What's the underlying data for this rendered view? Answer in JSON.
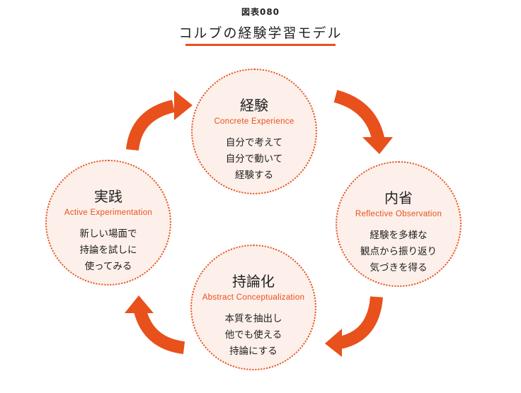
{
  "figure_label": "図表080",
  "title": "コルブの経験学習モデル",
  "colors": {
    "accent": "#e8501c",
    "circle_fill": "#fdf0ea"
  },
  "nodes": {
    "concrete": {
      "name": "経験",
      "en": "Concrete Experience",
      "lines": [
        "自分で考えて",
        "自分で動いて",
        "経験する"
      ]
    },
    "reflective": {
      "name": "内省",
      "en": "Reflective Observation",
      "lines": [
        "経験を多様な",
        "観点から振り返り",
        "気づきを得る"
      ]
    },
    "abstract": {
      "name": "持論化",
      "en": "Abstract Conceptualization",
      "lines": [
        "本質を抽出し",
        "他でも使える",
        "持論にする"
      ]
    },
    "active": {
      "name": "実践",
      "en": "Active Experimentation",
      "lines": [
        "新しい場面で",
        "持論を試しに",
        "使ってみる"
      ]
    }
  }
}
